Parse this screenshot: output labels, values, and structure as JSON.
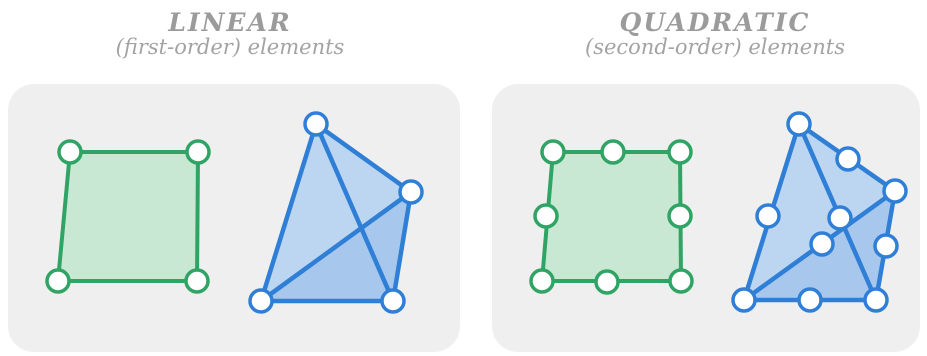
{
  "linear": {
    "title": "LINEAR",
    "subtitle": "(first-order) elements"
  },
  "quadratic": {
    "title": "QUADRATIC",
    "subtitle": "(second-order) elements"
  },
  "colors": {
    "quad_stroke": "#2fa464",
    "quad_fill": "#c9e8d3",
    "tri_stroke": "#2f7fd6",
    "tri_fill": "#bcd6f1",
    "tri_fill_dark": "#a7c8ec",
    "node_fill": "#ffffff",
    "panel": "#efefef",
    "heading": "#9b9b9b"
  }
}
